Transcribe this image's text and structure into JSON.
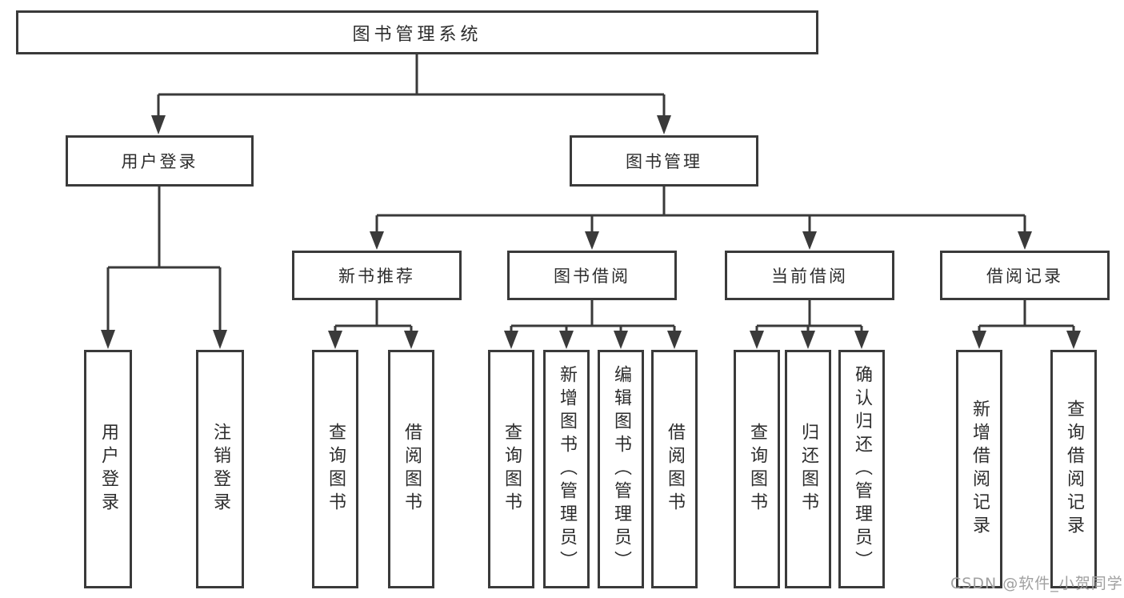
{
  "colors": {
    "line": "#3a3a3a",
    "text": "#2d2d2d",
    "background": "#ffffff",
    "watermark": "#a0a0a0"
  },
  "watermark": "CSDN @软件_小贺同学",
  "tree": {
    "root": "图书管理系统",
    "branches": [
      {
        "label": "用户登录",
        "leaves": [
          "用户登录",
          "注销登录"
        ]
      },
      {
        "label": "图书管理",
        "groups": [
          {
            "label": "新书推荐",
            "leaves": [
              "查询图书",
              "借阅图书"
            ]
          },
          {
            "label": "图书借阅",
            "leaves": [
              "查询图书",
              "新增图书（管理员）",
              "编辑图书（管理员）",
              "借阅图书"
            ]
          },
          {
            "label": "当前借阅",
            "leaves": [
              "查询图书",
              "归还图书",
              "确认归还（管理员）"
            ]
          },
          {
            "label": "借阅记录",
            "leaves": [
              "新增借阅记录",
              "查询借阅记录"
            ]
          }
        ]
      }
    ]
  }
}
